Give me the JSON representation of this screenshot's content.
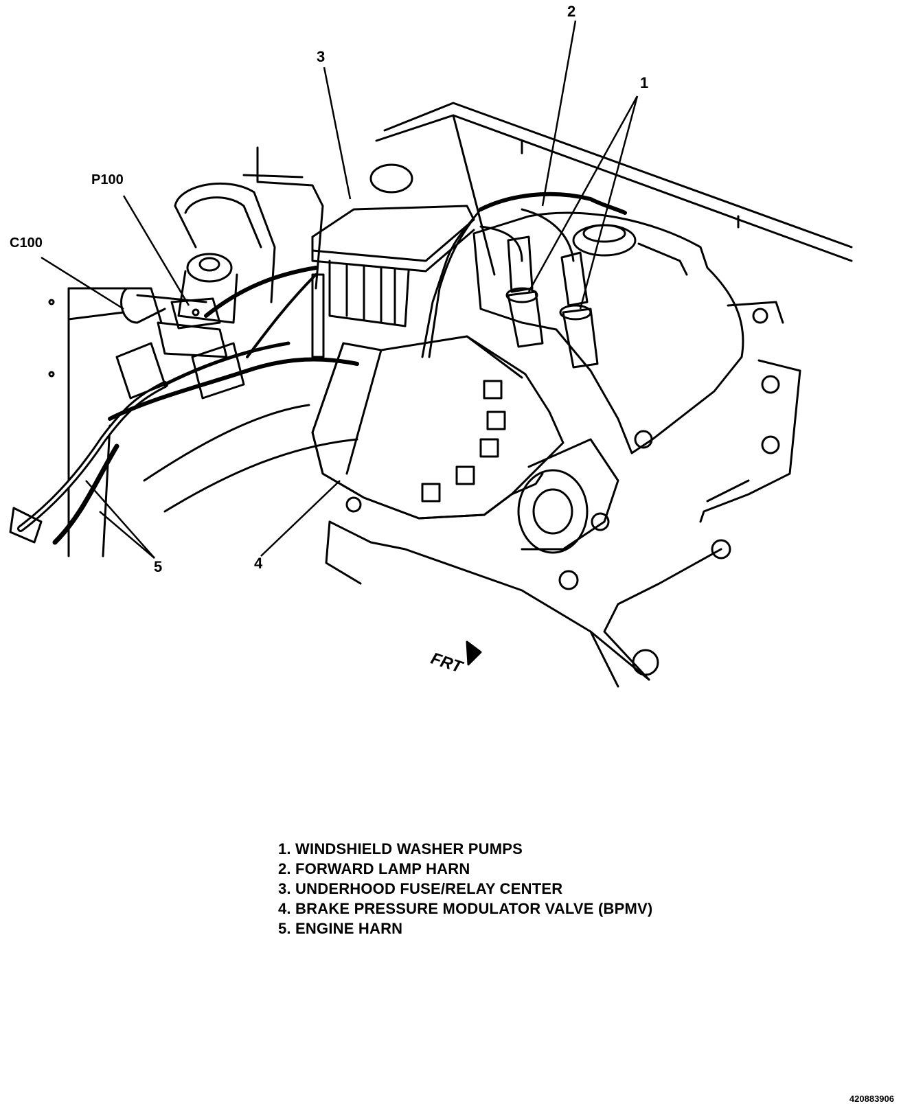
{
  "callouts": {
    "c1": "1",
    "c2": "2",
    "c3": "3",
    "c4": "4",
    "c5": "5",
    "p100": "P100",
    "c100": "C100"
  },
  "direction_label": "FRT",
  "legend": [
    "1. WINDSHIELD WASHER PUMPS",
    "2. FORWARD LAMP HARN",
    "3. UNDERHOOD FUSE/RELAY CENTER",
    "4. BRAKE PRESSURE MODULATOR VALVE (BPMV)",
    "5. ENGINE HARN"
  ],
  "figure_id": "420883906"
}
